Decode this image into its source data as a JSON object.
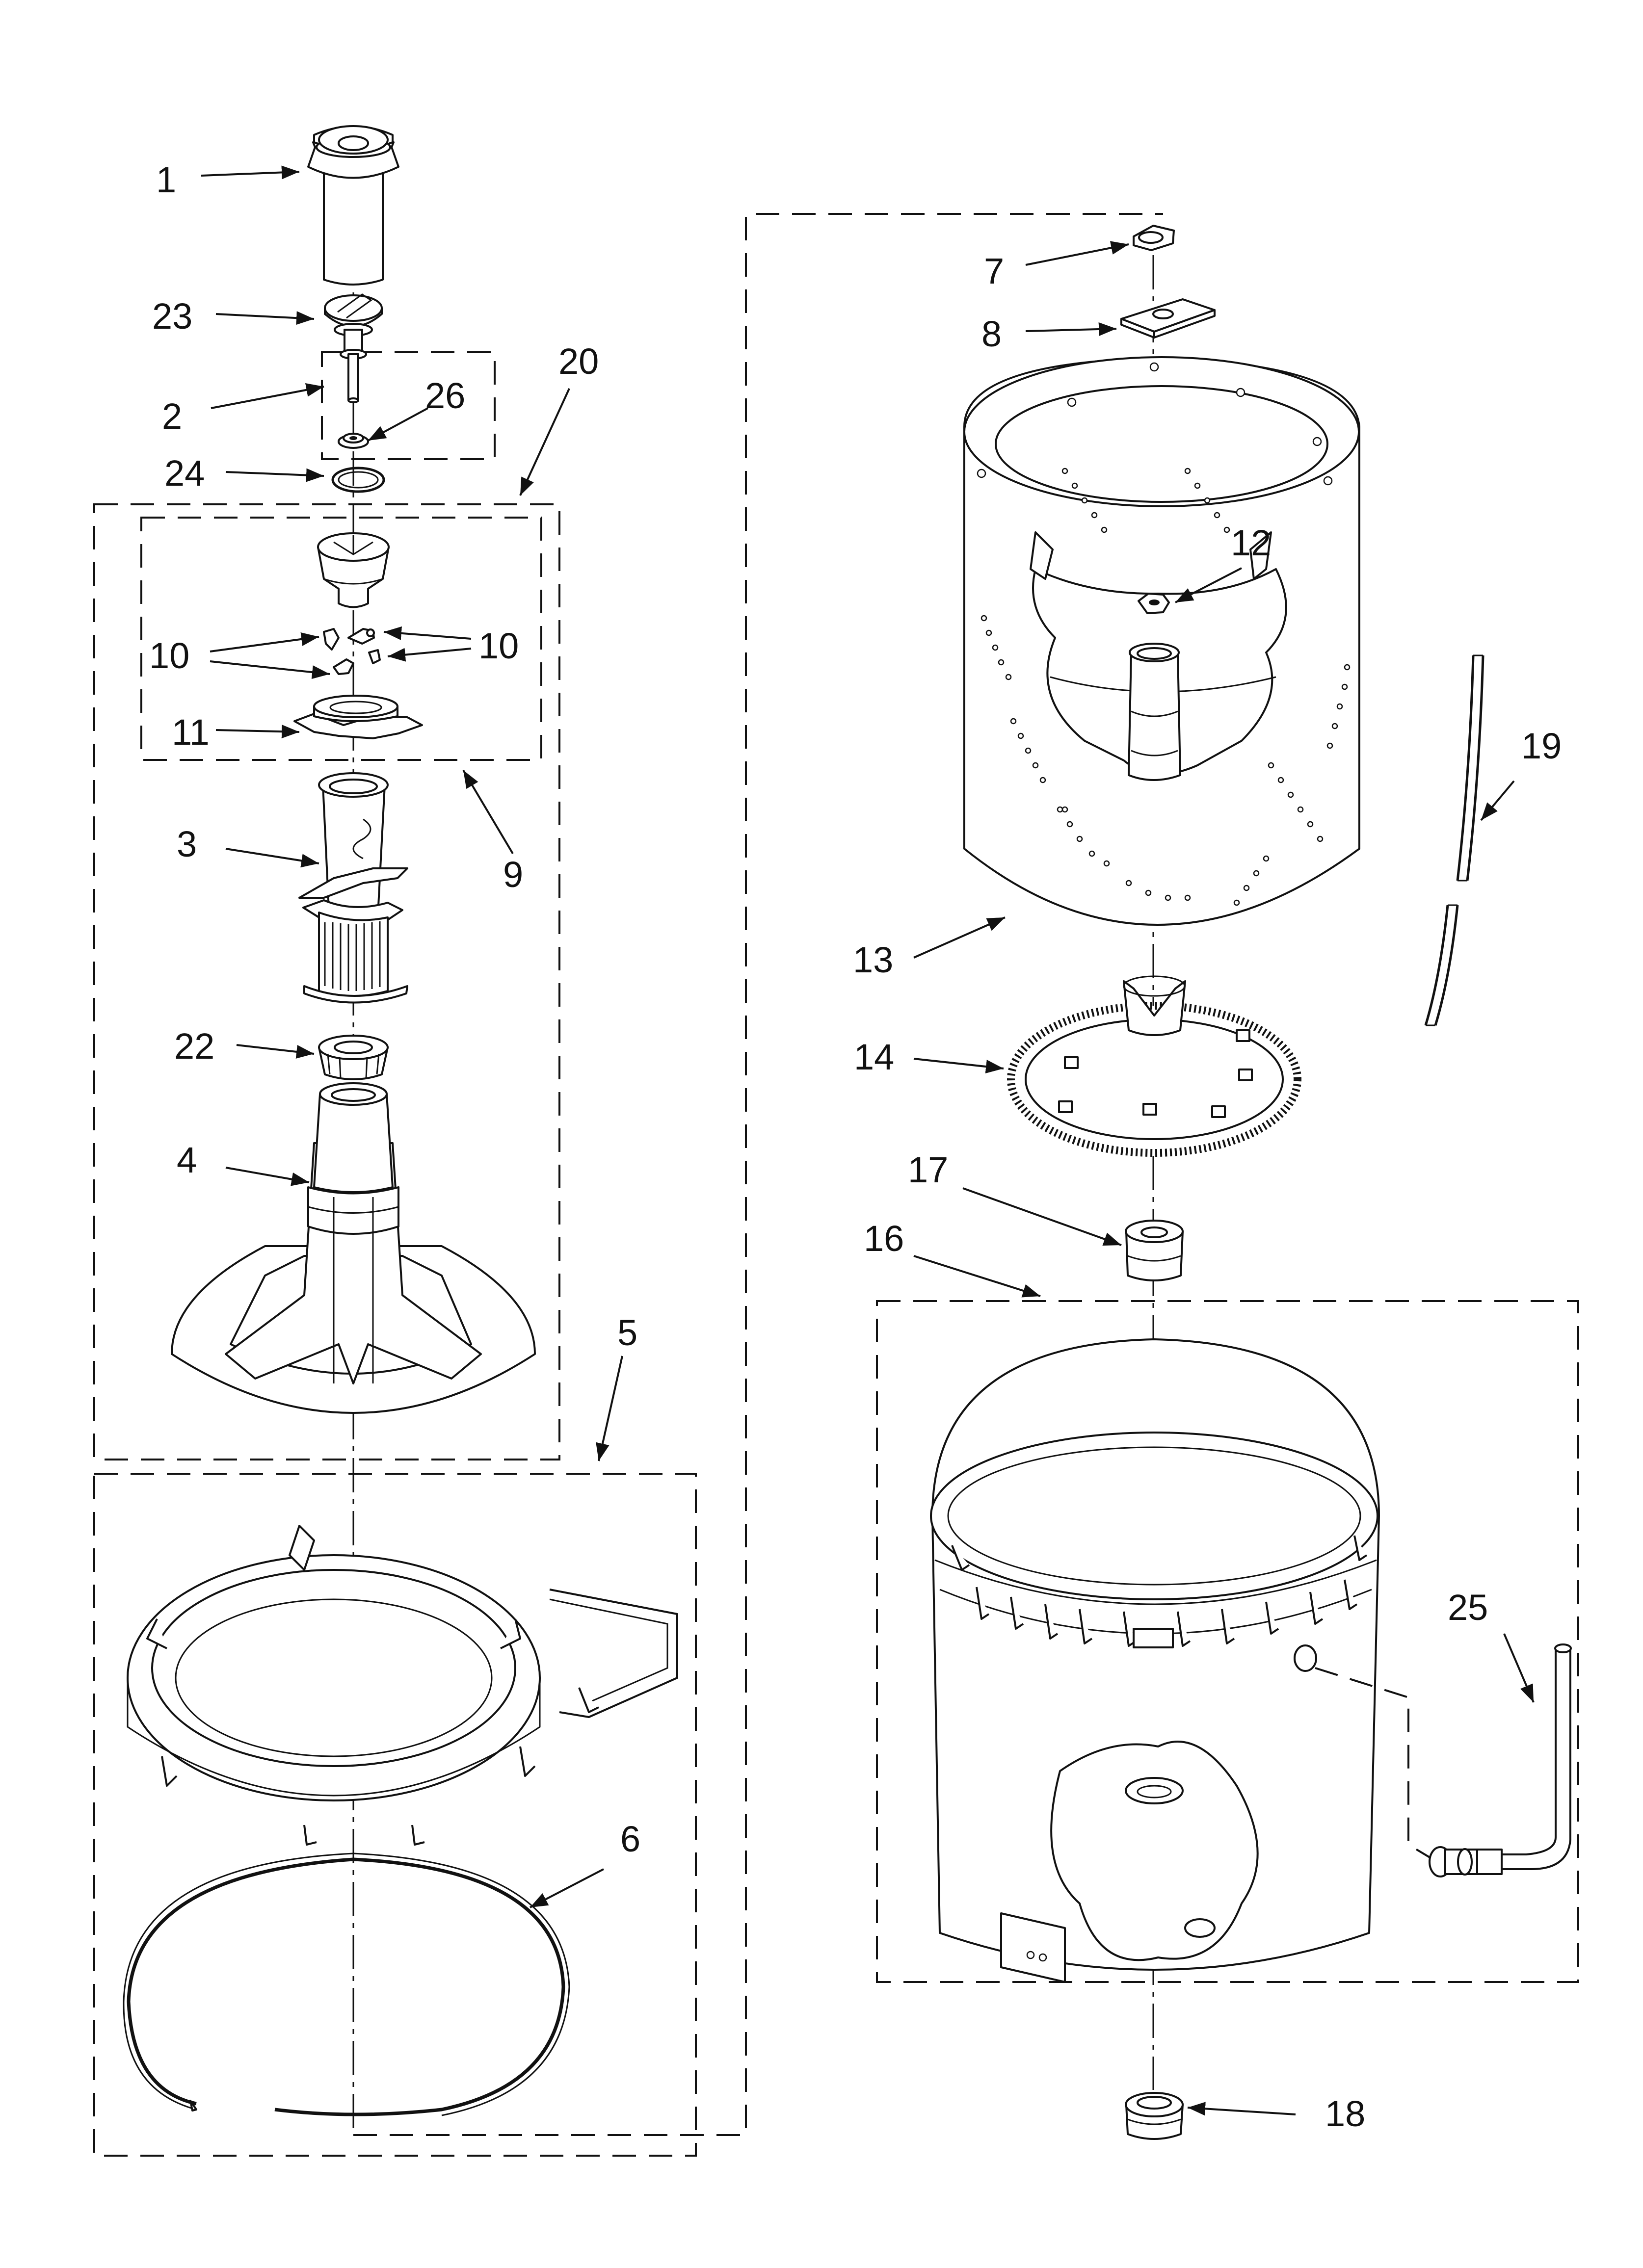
{
  "diagram": {
    "callouts": {
      "c1": "1",
      "c23": "23",
      "c2": "2",
      "c26": "26",
      "c24": "24",
      "c20": "20",
      "c10a": "10",
      "c10b": "10",
      "c11": "11",
      "c3": "3",
      "c9": "9",
      "c22": "22",
      "c4": "4",
      "c5": "5",
      "c6": "6",
      "c7": "7",
      "c8": "8",
      "c12": "12",
      "c19": "19",
      "c13": "13",
      "c14": "14",
      "c17": "17",
      "c16": "16",
      "c25": "25",
      "c18": "18"
    }
  }
}
